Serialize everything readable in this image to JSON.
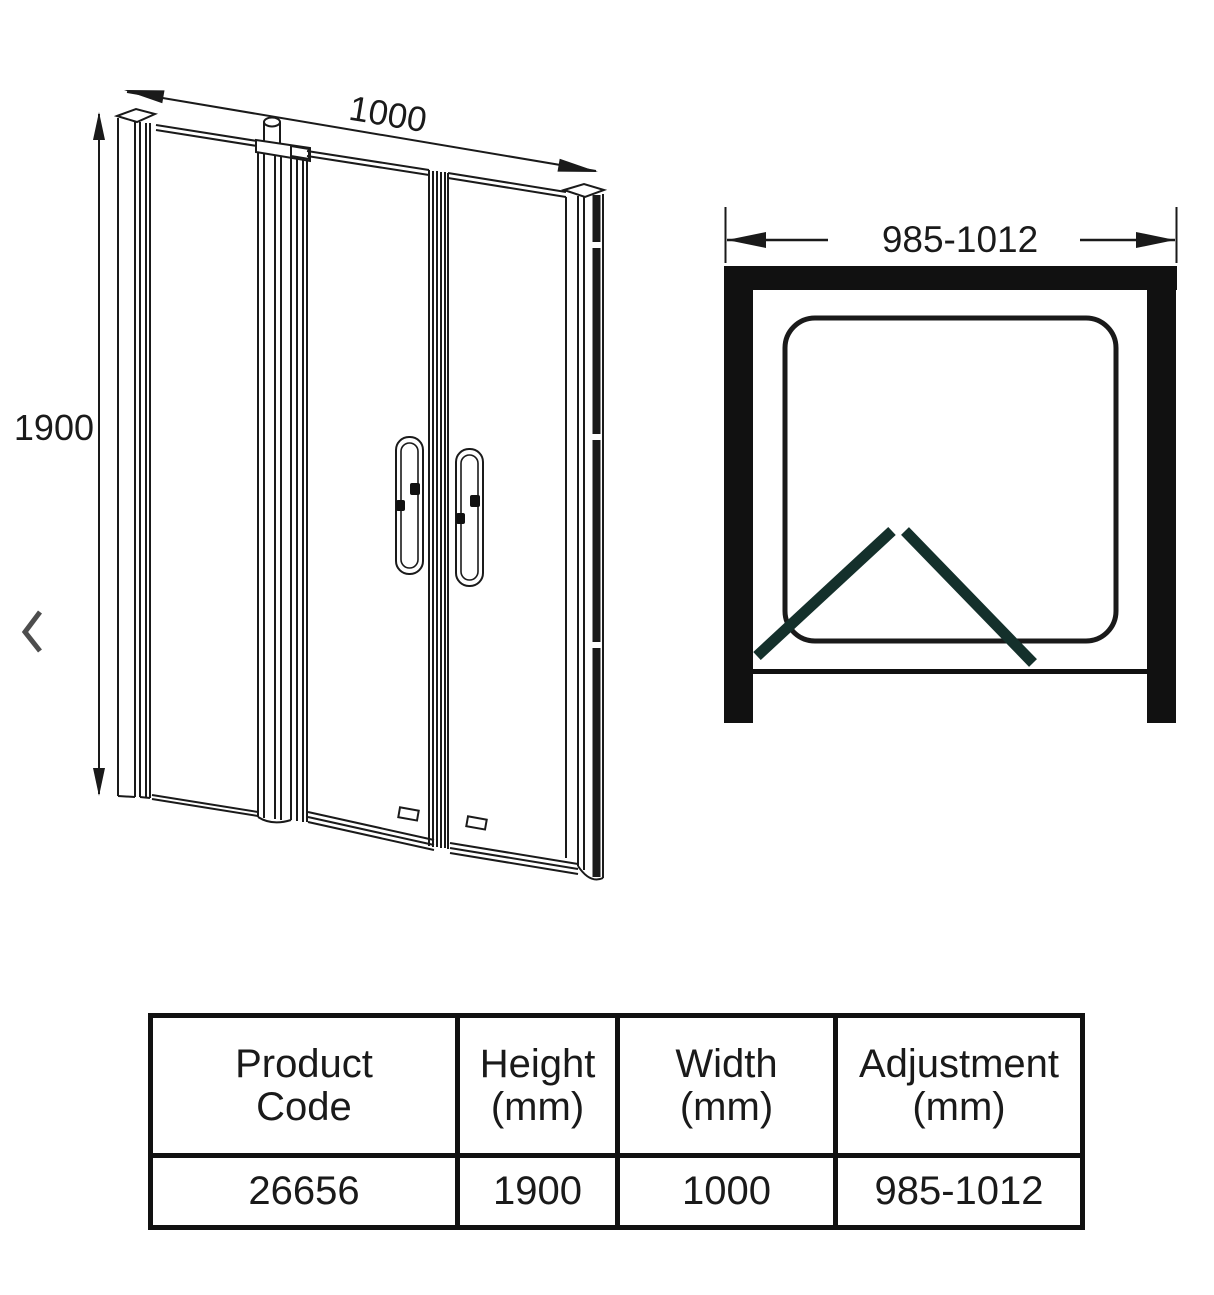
{
  "diagram": {
    "front_view": {
      "width_label": "1000",
      "height_label": "1900"
    },
    "plan_view": {
      "adjustment_label": "985-1012"
    },
    "colors": {
      "line": "#1a1a1a",
      "frame_fill": "#111111",
      "door_swing": "#14302b",
      "chevron": "#4d4d4d"
    },
    "icons": {
      "carousel_prev": "chevron-left-icon"
    }
  },
  "spec_table": {
    "headers": [
      "Product\nCode",
      "Height\n(mm)",
      "Width\n(mm)",
      "Adjustment\n(mm)"
    ],
    "row": [
      "26656",
      "1900",
      "1000",
      "985-1012"
    ]
  }
}
